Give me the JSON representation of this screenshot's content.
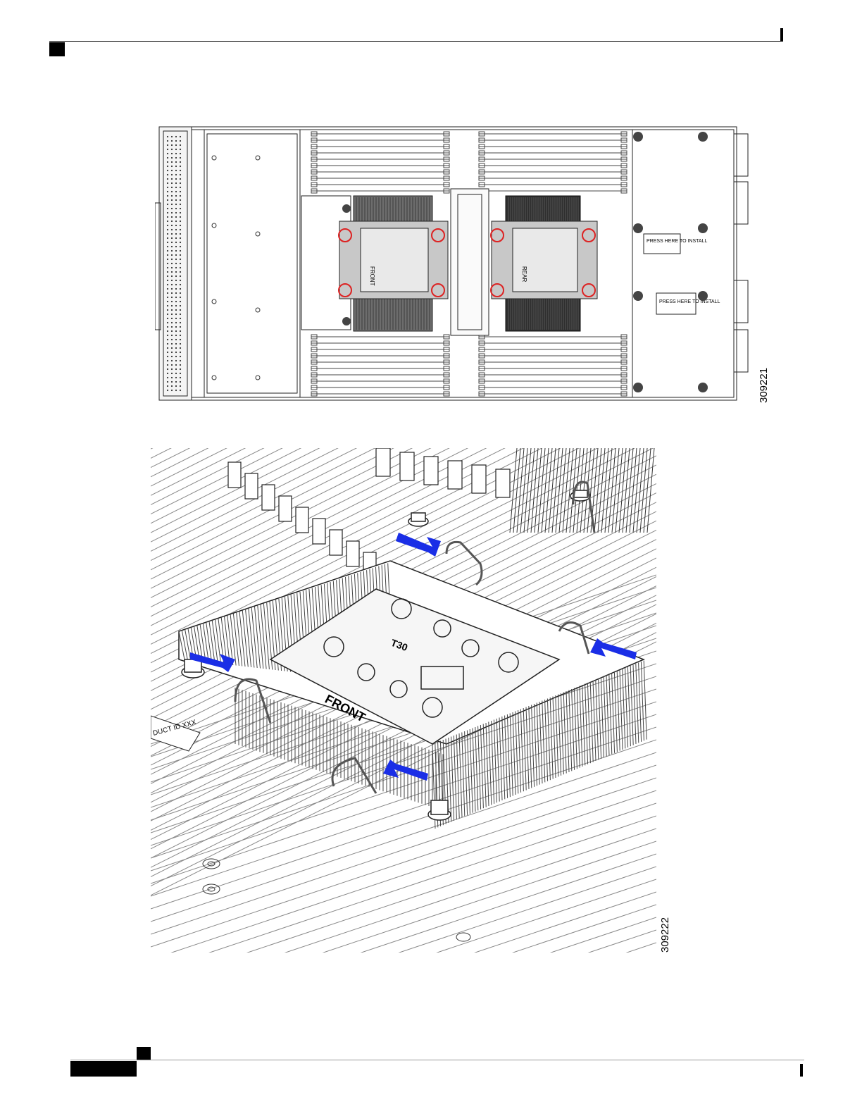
{
  "figure1": {
    "id_label": "309221",
    "front_label": "FRONT",
    "rear_label": "REAR",
    "press_label_1": "PRESS HERE TO INSTALL",
    "press_label_2": "PRESS HERE TO INSTALL",
    "icon": "server-top-view-illustration"
  },
  "figure2": {
    "id_label": "309222",
    "front_label": "FRONT",
    "torx_label": "T30",
    "product_label": "DUCT ID XXX",
    "arrow_color": "#1a2ee6",
    "icon": "heatsink-isometric-illustration"
  }
}
